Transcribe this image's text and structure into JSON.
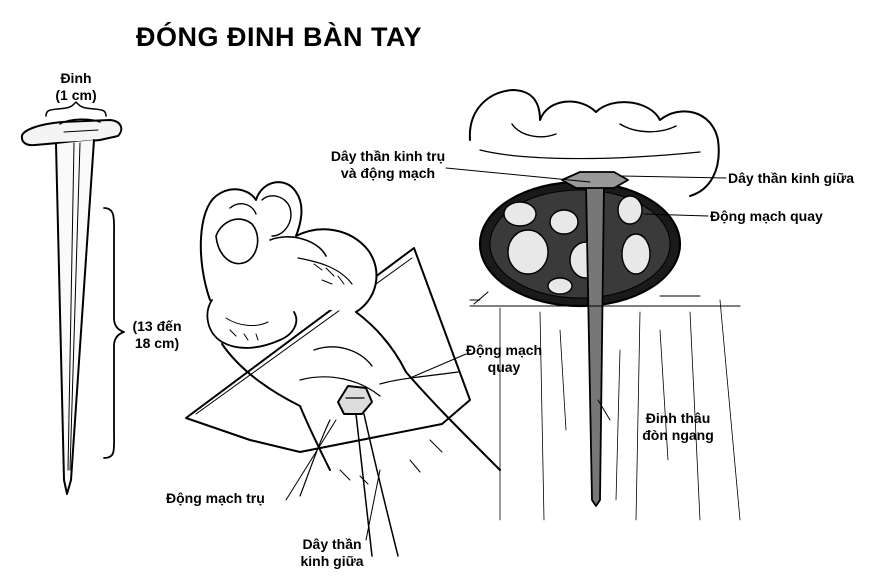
{
  "title": "ĐÓNG ĐINH BÀN TAY",
  "labels": {
    "nail_head": [
      "Đinh",
      "(1 cm)"
    ],
    "nail_length": [
      "(13 đến",
      "18 cm)"
    ],
    "ulnar_nerve_artery": [
      "Dây thần kinh trụ",
      "và động mạch"
    ],
    "median_nerve_right": "Dây thần kinh giữa",
    "radial_artery_right": "Động mạch quay",
    "radial_artery_mid": [
      "Động mạch",
      "quay"
    ],
    "transfixing_nail": [
      "Đinh thâu",
      "đòn ngang"
    ],
    "ulnar_artery": "Động mạch trụ",
    "median_nerve_bottom": [
      "Dây thần",
      "kinh giữa"
    ]
  }
}
